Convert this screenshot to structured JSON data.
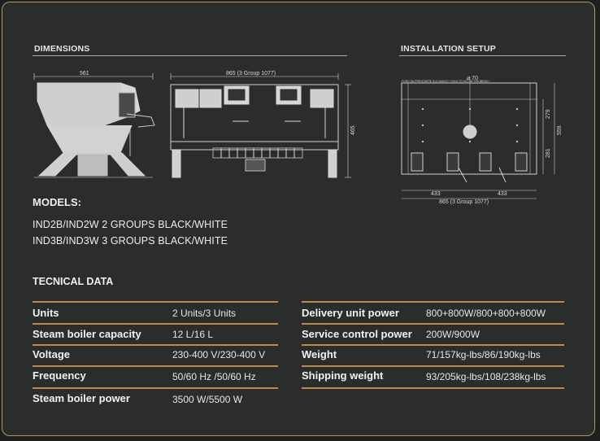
{
  "sections": {
    "dimensions": "DIMENSIONS",
    "installation": "INSTALLATION SETUP",
    "models": "MODELS:",
    "technical": "TECNICAL DATA"
  },
  "dimension_labels": {
    "side_depth": "561",
    "front_width": "865 (3 Group 1077)",
    "height": "465"
  },
  "installation_labels": {
    "hole_diameter": "⌀ 70",
    "note": "FORO DA PREVEDERE SUL BANCO / HOLE TO DO ON THE BENCH",
    "dim_upper": "279",
    "dim_lower": "281",
    "dim_total": "559",
    "bottom_left": "433",
    "bottom_right": "433",
    "bottom_total": "865 (3 Group 1077)"
  },
  "models": [
    "IND2B/IND2W 2 GROUPS BLACK/WHITE",
    "IND3B/IND3W 3 GROUPS BLACK/WHITE"
  ],
  "tech_left": [
    {
      "label": "Units",
      "value": "2 Units/3 Units"
    },
    {
      "label": "Steam boiler capacity",
      "value": "12 L/16 L"
    },
    {
      "label": "Voltage",
      "value": "230-400 V/230-400 V"
    },
    {
      "label": "Frequency",
      "value": "50/60 Hz /50/60 Hz"
    },
    {
      "label": "Steam boiler power",
      "value": "3500 W/5500 W"
    }
  ],
  "tech_right": [
    {
      "label": "Delivery unit power",
      "value": "800+800W/800+800+800W"
    },
    {
      "label": "Service control power",
      "value": "200W/900W"
    },
    {
      "label": "Weight",
      "value": "71/157kg-lbs/86/190kg-lbs"
    },
    {
      "label": "Shipping weight",
      "value": "93/205kg-lbs/108/238kg-lbs"
    }
  ],
  "colors": {
    "background": "#2b2d2d",
    "border": "#b8935c",
    "accent_rule": "#c08a45"
  }
}
